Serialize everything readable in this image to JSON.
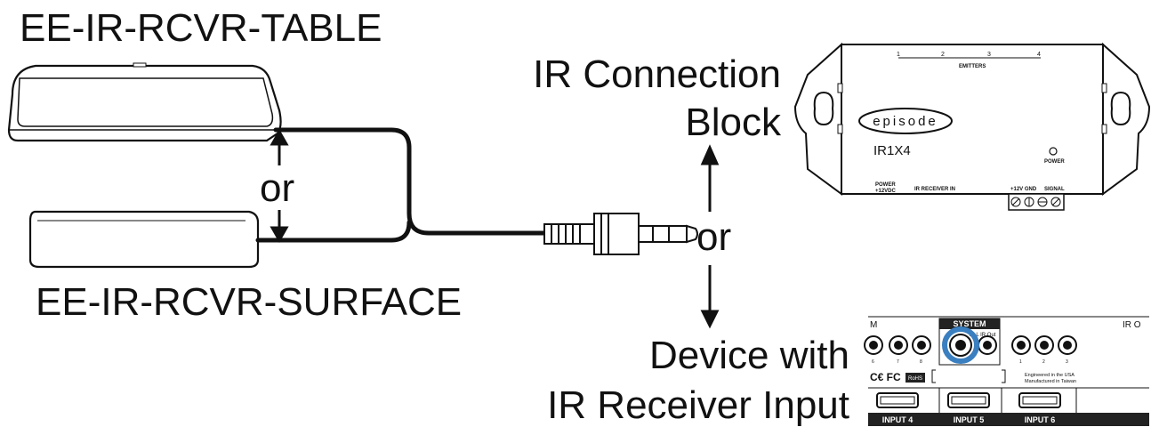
{
  "labels": {
    "table_receiver": "EE-IR-RCVR-TABLE",
    "surface_receiver": "EE-IR-RCVR-SURFACE",
    "ir_block_line1": "IR Connection",
    "ir_block_line2": "Block",
    "or_left": "or",
    "or_right": "or",
    "device_line1": "Device with",
    "device_line2": "IR Receiver Input"
  },
  "ir_block": {
    "brand": "episode",
    "model": "IR1X4",
    "emitters_label": "EMITTERS",
    "emitter_numbers": [
      "1",
      "2",
      "3",
      "4"
    ],
    "power_led_label": "POWER",
    "power_label_line1": "POWER",
    "power_label_line2": "+12VDC",
    "ir_receiver_in": "IR RECEIVER IN",
    "terminal_label_1": "+12V GND",
    "terminal_label_2": "SIGNAL"
  },
  "device_panel": {
    "left_group_label": "M",
    "system_label": "SYSTEM",
    "all_ir_out_label": "ALL IR Out",
    "right_group_label": "IR O",
    "left_jack_numbers": [
      "6",
      "7",
      "8"
    ],
    "right_jack_numbers": [
      "1",
      "2",
      "3"
    ],
    "cert_marks": "C€ FC",
    "rohs_label": "RoHS",
    "engineered_line1": "Engineered in the USA",
    "engineered_line2": "Manufactured in Taiwan",
    "inputs": [
      "INPUT 4",
      "INPUT 5",
      "INPUT 6"
    ]
  },
  "colors": {
    "line": "#111111",
    "highlight_ring": "#3a7fc0"
  }
}
